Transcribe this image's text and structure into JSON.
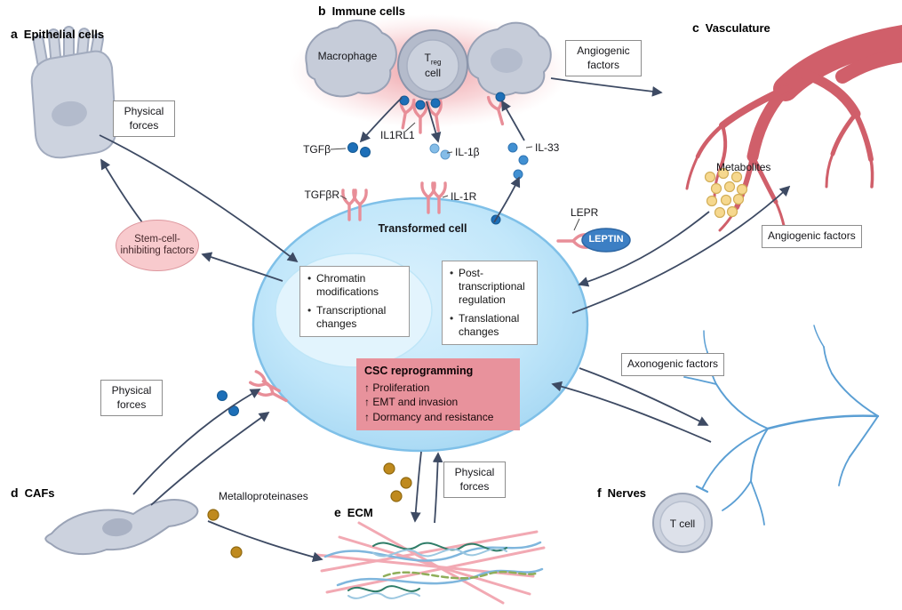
{
  "panels": {
    "a": {
      "letter": "a",
      "label": "Epithelial cells"
    },
    "b": {
      "letter": "b",
      "label": "Immune cells"
    },
    "c": {
      "letter": "c",
      "label": "Vasculature"
    },
    "d": {
      "letter": "d",
      "label": "CAFs"
    },
    "e": {
      "letter": "e",
      "label": "ECM"
    },
    "f": {
      "letter": "f",
      "label": "Nerves"
    }
  },
  "cells": {
    "macrophage": "Macrophage",
    "treg_t": "T",
    "treg_sub": "reg",
    "treg_line2": "cell",
    "transformed": "Transformed cell",
    "t_cell": "T cell"
  },
  "molecules": {
    "tgfb": "TGFβ",
    "tgfbr": "TGFβR",
    "il1rl1": "IL1RL1",
    "il1b": "IL-1β",
    "il1r": "IL-1R",
    "il33": "IL-33",
    "lepr": "LEPR",
    "leptin": "LEPTIN",
    "metabolites": "Metabolites",
    "metalloproteinases": "Metalloproteinases"
  },
  "factor_boxes": {
    "physical_forces_top": "Physical forces",
    "physical_forces_left": "Physical forces",
    "physical_forces_bottom": "Physical forces",
    "angiogenic_top": "Angiogenic factors",
    "angiogenic_right": "Angiogenic factors",
    "axonogenic": "Axonogenic factors",
    "stem_cell_inhibiting": "Stem-cell-inhibiting factors"
  },
  "cell_interior": {
    "nucleus_box": {
      "items": [
        "Chromatin modifications",
        "Transcriptional changes"
      ]
    },
    "cytoplasm_box": {
      "items": [
        "Post-transcriptional regulation",
        "Translational changes"
      ]
    },
    "csc_box": {
      "title": "CSC reprogramming",
      "items": [
        "↑ Proliferation",
        "↑ EMT and invasion",
        "↑ Dormancy and resistance"
      ]
    }
  },
  "colors": {
    "arrow": "#3d4a63",
    "cell_fill": "#bfe3f8",
    "receptor_pink": "#e88e98",
    "vessel_red": "#d05f6a",
    "nerve_blue": "#5b9fd4",
    "ligand_blue": "#1d6fb8",
    "metabolite_yellow": "#f6d88e",
    "mmp_gold": "#bf8a1e",
    "csc_bg": "#e8929c",
    "glow_pink": "#f0a9ae"
  }
}
